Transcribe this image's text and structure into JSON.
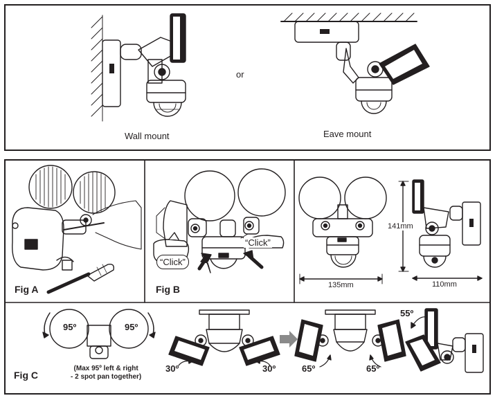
{
  "top": {
    "wall_label": "Wall mount",
    "or_label": "or",
    "eave_label": "Eave mount"
  },
  "figA": {
    "label": "Fig A"
  },
  "figB": {
    "label": "Fig B",
    "click_right": "“Click”",
    "click_left": "“Click”"
  },
  "dims": {
    "height": "141mm",
    "width_front": "135mm",
    "width_side": "110mm"
  },
  "figC": {
    "label": "Fig C",
    "angle_left": "95º",
    "angle_right": "95º",
    "note_line1": "(Max 95º left & right",
    "note_line2": "- 2 spot pan together)",
    "tilt_down_left": "30º",
    "tilt_down_right": "30º",
    "tilt_up_left": "65º",
    "tilt_up_right": "65º",
    "tilt_side": "55º"
  }
}
